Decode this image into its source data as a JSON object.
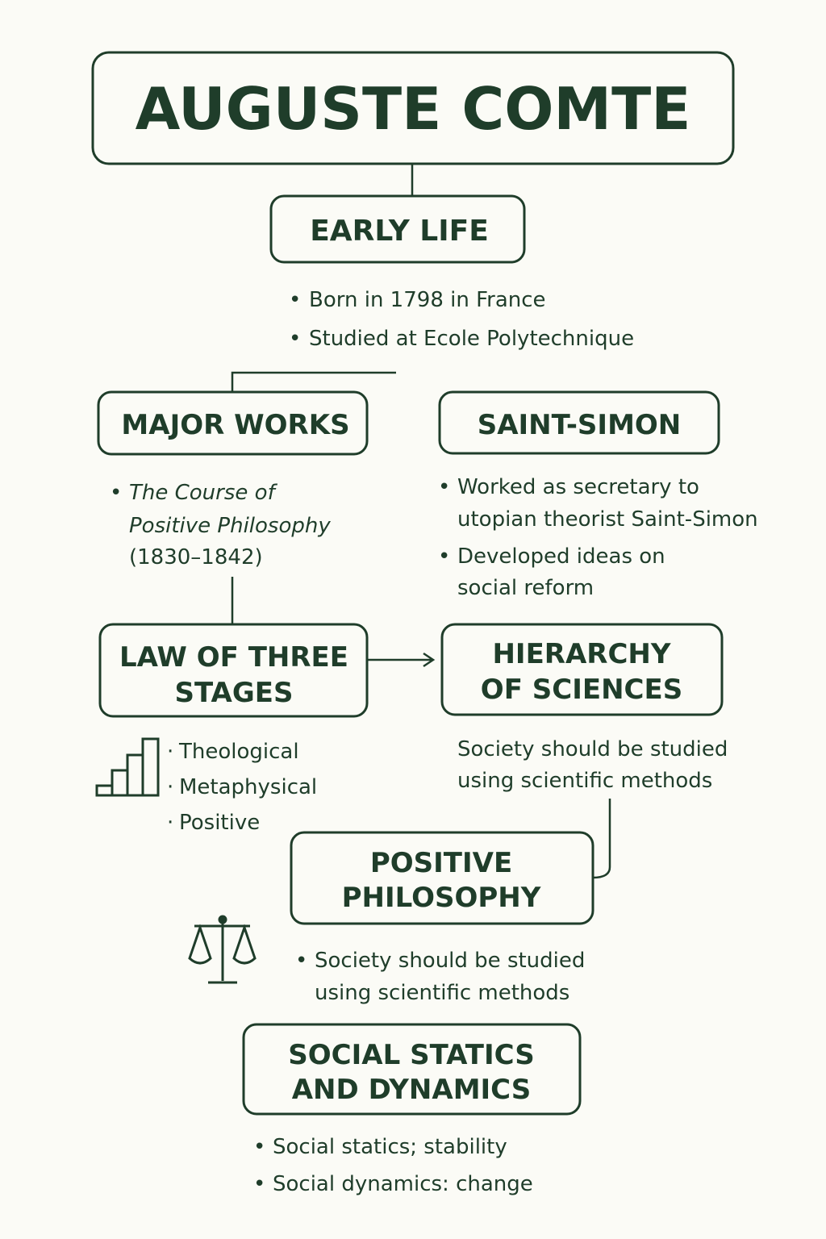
{
  "colors": {
    "ink": "#1f3d2a",
    "background": "#fbfbf6"
  },
  "title": "AUGUSTE COMTE",
  "early_life": {
    "heading": "EARLY LIFE",
    "bullets": [
      "Born in 1798 in France",
      "Studied at Ecole Polytechnique"
    ]
  },
  "major_works": {
    "heading": "MAJOR WORKS",
    "lines": [
      "The Course of",
      "Positive Philosophy",
      "(1830–1842)"
    ]
  },
  "saint_simon": {
    "heading": "SAINT-SIMON",
    "bullets": [
      [
        "Worked as secretary to",
        "utopian theorist Saint-Simon"
      ],
      [
        "Developed ideas on",
        "social reform"
      ]
    ]
  },
  "law_of_three_stages": {
    "heading": [
      "LAW OF THREE",
      "STAGES"
    ],
    "stages": [
      "Theological",
      "Metaphysical",
      "Positive"
    ],
    "icon": "bar-steps-icon"
  },
  "hierarchy_of_sciences": {
    "heading": [
      "HIERARCHY",
      "OF SCIENCES"
    ],
    "text": [
      "Society should be studied",
      "using scientific methods"
    ]
  },
  "positive_philosophy": {
    "heading": [
      "POSITIVE",
      "PHILOSOPHY"
    ],
    "bullets": [
      "Society should be studied",
      "using scientific methods"
    ],
    "icon": "scales-icon"
  },
  "social_statics": {
    "heading": [
      "SOCIAL STATICS",
      "AND DYNAMICS"
    ],
    "bullets": [
      "Social statics; stability",
      "Social dynamics: change"
    ]
  }
}
